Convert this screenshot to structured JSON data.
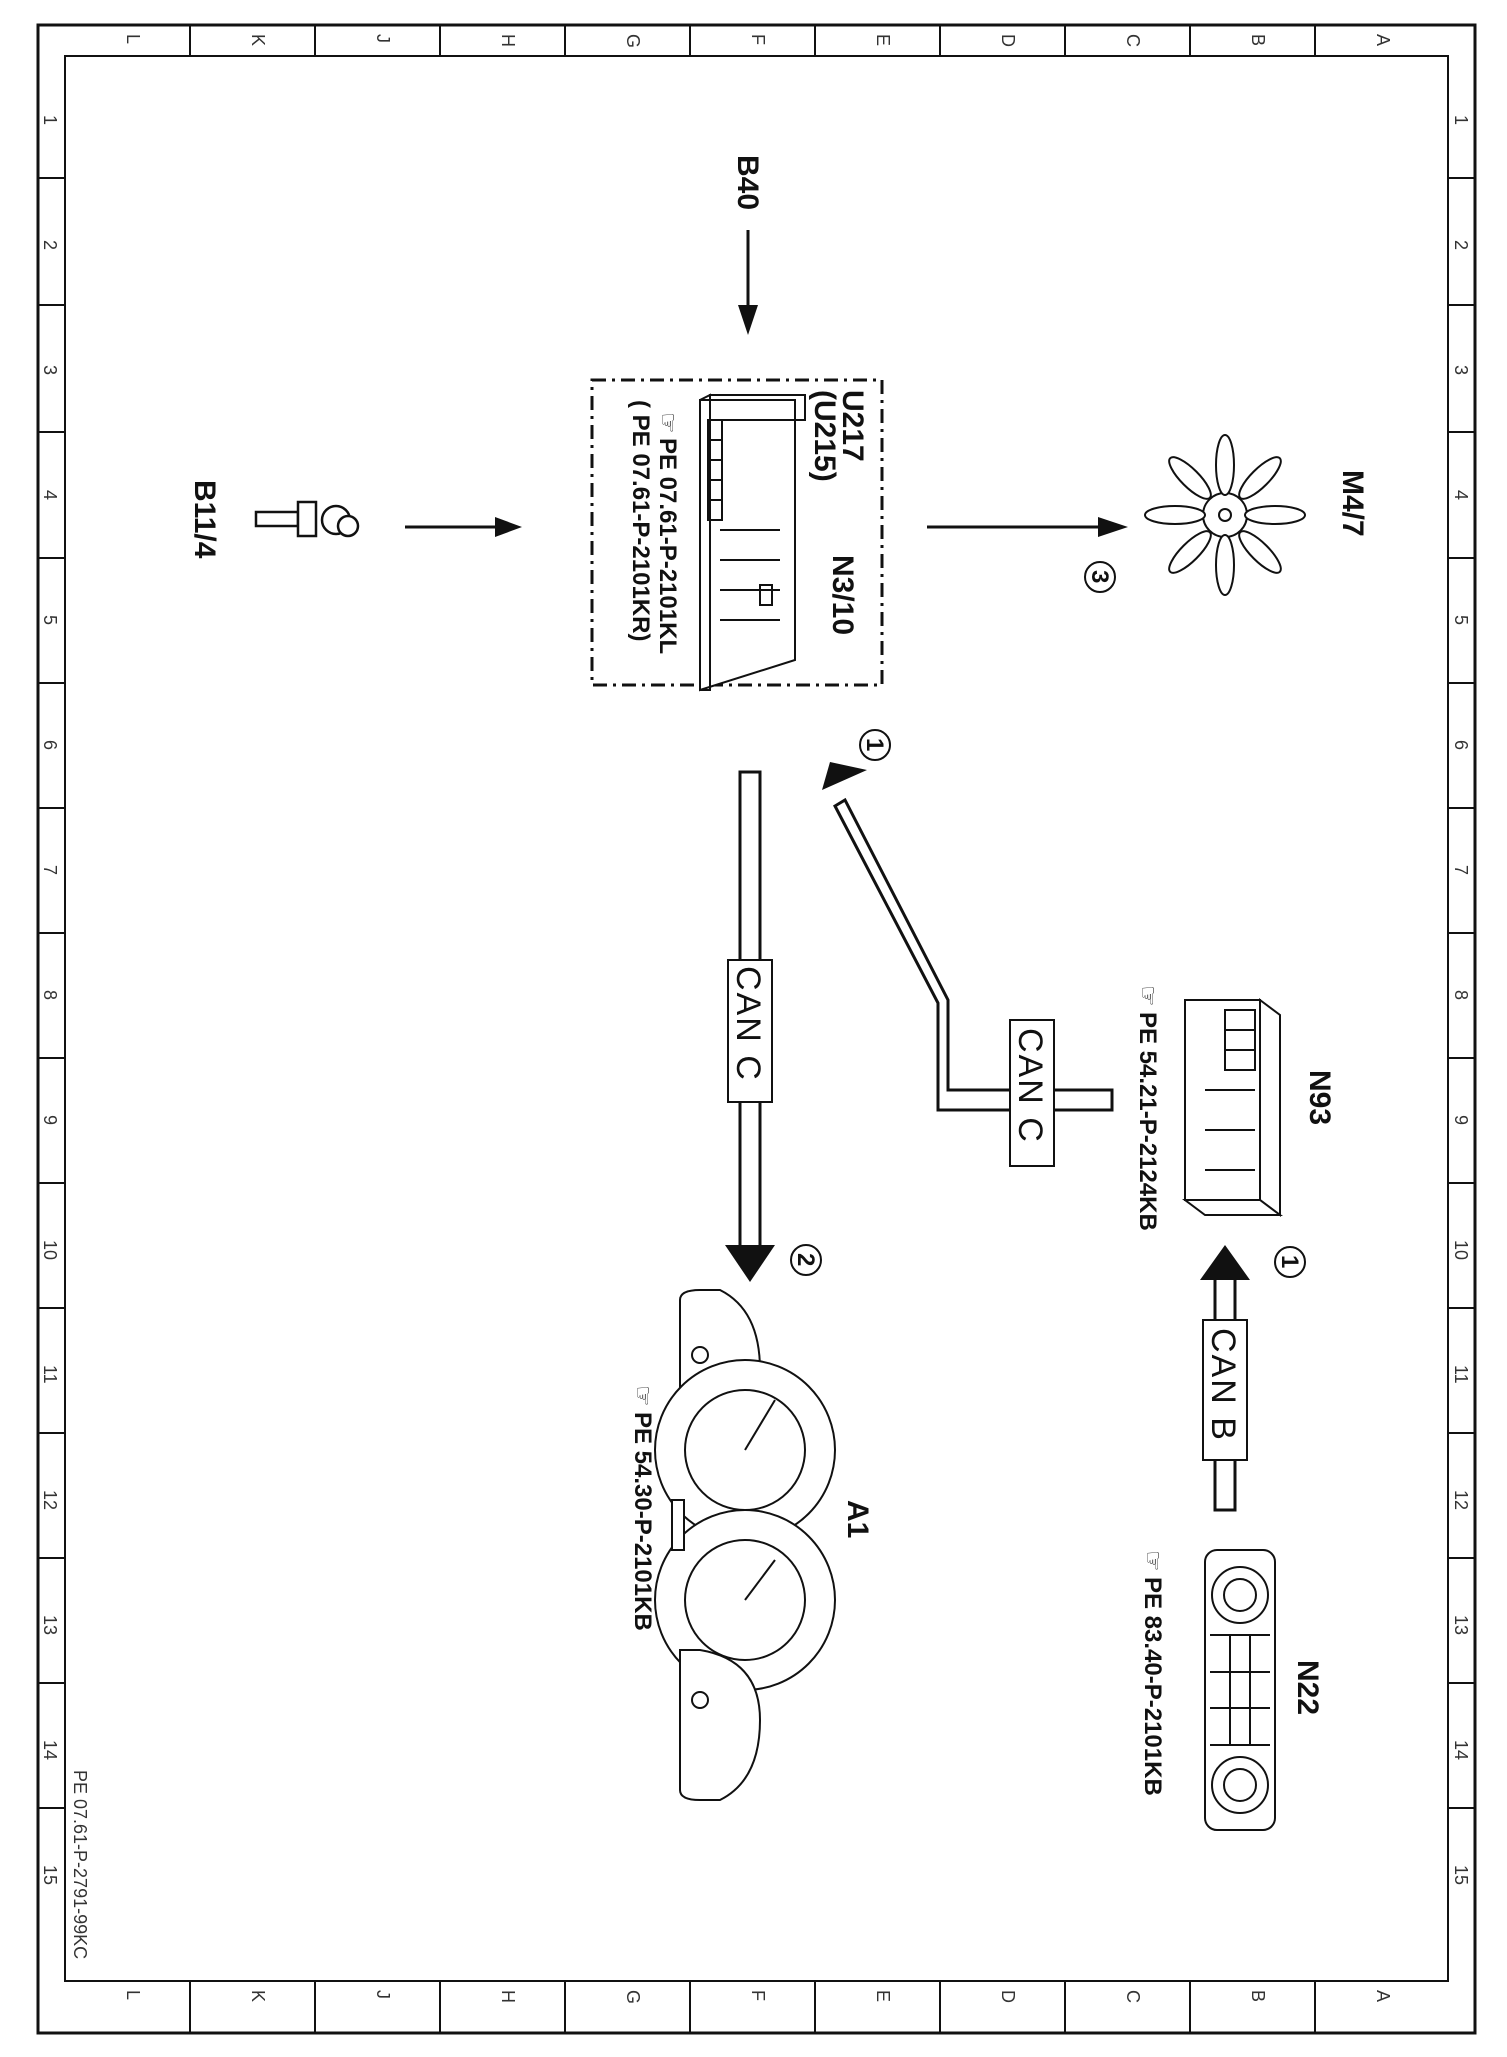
{
  "frame": {
    "grid_letters": [
      "L",
      "K",
      "J",
      "H",
      "G",
      "F",
      "E",
      "D",
      "C",
      "B",
      "A"
    ],
    "grid_numbers": [
      "1",
      "2",
      "3",
      "4",
      "5",
      "6",
      "7",
      "8",
      "9",
      "10",
      "11",
      "12",
      "13",
      "14",
      "15"
    ],
    "doc_id": "PE 07.61-P-2791-99KC"
  },
  "components": {
    "b40": "B40",
    "b11_4": "B11/4",
    "n3_10": "N3/10",
    "u217": "U217",
    "u215": "(U215)",
    "n3_10_ref1": "PE 07.61-P-2101KL",
    "n3_10_ref2": "(  PE 07.61-P-2101KR)",
    "m4_7": "M4/7",
    "n93": "N93",
    "n93_ref": "PE 54.21-P-2124KB",
    "a1": "A1",
    "a1_ref": "PE 54.30-P-2101KB",
    "n22": "N22",
    "n22_ref": "PE 83.40-P-2101KB"
  },
  "buses": {
    "can_c_1": "CAN C",
    "can_c_2": "CAN C",
    "can_b": "CAN B"
  },
  "markers": {
    "m3": "3",
    "m1_top": "1",
    "m2": "2",
    "m1_bottom": "1"
  },
  "colors": {
    "ink": "#111111",
    "paper": "#ffffff"
  }
}
